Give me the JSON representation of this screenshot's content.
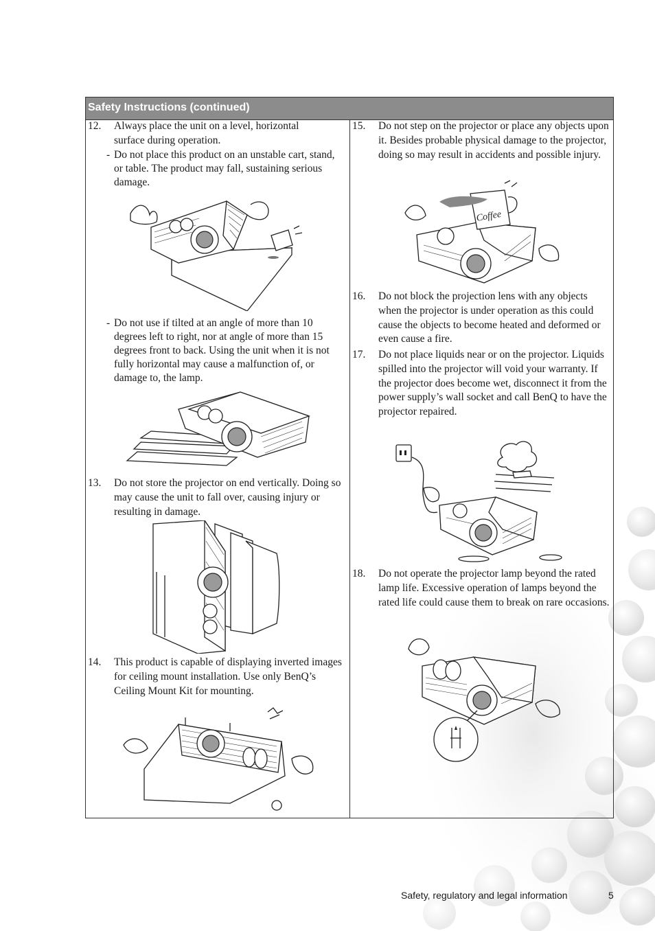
{
  "section_header": "Safety Instructions (continued)",
  "items": [
    {
      "num": "12.",
      "text": "Always place the unit on a level, horizontal surface during operation."
    },
    {
      "num": "13.",
      "text": "Do not store the projector on end vertically. Doing so may cause the unit to fall over, causing injury or resulting in damage."
    },
    {
      "num": "14.",
      "text": "This product is capable of displaying inverted images for ceiling mount installation. Use only BenQ’s Ceiling Mount Kit for mounting."
    },
    {
      "num": "15.",
      "text": "Do not step on the projector or place any objects upon it. Besides probable physical damage to the projector, doing so may result in accidents and possible injury."
    },
    {
      "num": "16.",
      "text": "Do not block the projection lens with any objects when the projector is under operation as this could cause the objects to become heated and deformed or even cause a fire."
    },
    {
      "num": "17.",
      "text": "Do not place liquids near or on the projector. Liquids spilled into the projector will void your warranty. If the projector does become wet, disconnect it from the power supply’s wall socket and call BenQ to have the projector repaired."
    },
    {
      "num": "18.",
      "text": "Do not operate the projector lamp beyond the rated lamp life. Excessive operation of lamps beyond the rated life could cause them to break on rare occasions."
    }
  ],
  "subitems": [
    {
      "dash": "-",
      "text": "Do not place this product on an unstable cart, stand, or table. The product may fall, sustaining serious damage."
    },
    {
      "dash": "-",
      "text": "Do not use if tilted at an angle of more than 10 degrees left to right, nor at angle of more than 15 degrees front to back. Using the unit when it is not fully horizontal may cause a malfunction of, or damage to, the lamp."
    }
  ],
  "illustrations": {
    "mug_label": "Coffee"
  },
  "footer": {
    "section": "Safety, regulatory and legal information",
    "page": "5"
  }
}
